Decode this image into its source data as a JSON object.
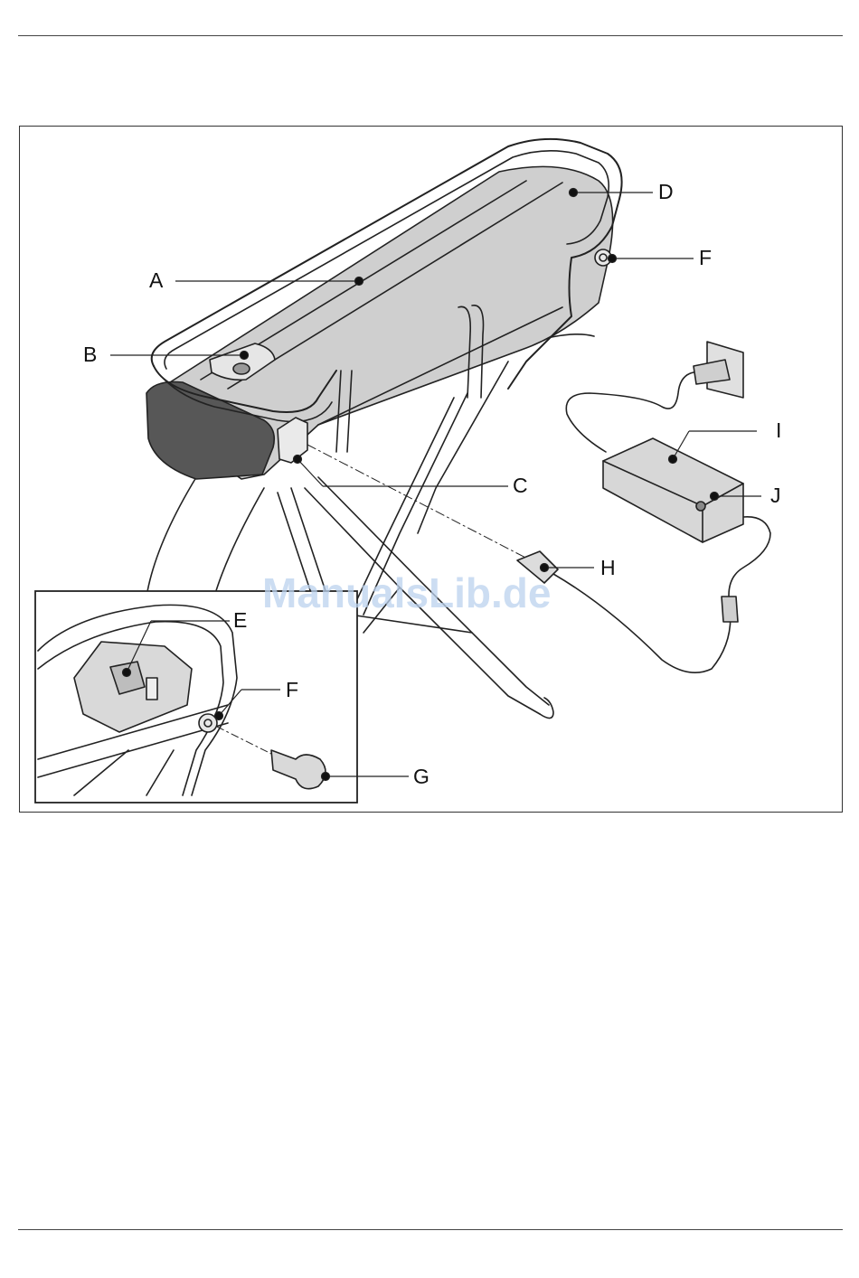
{
  "labels": {
    "A": "A",
    "B": "B",
    "C": "C",
    "D": "D",
    "E": "E",
    "F": "F",
    "F_inset": "F",
    "G": "G",
    "H": "H",
    "I": "I",
    "J": "J"
  },
  "watermark": "ManualsLib.de",
  "colors": {
    "battery_light": "#cfcfcf",
    "battery_dark": "#575757",
    "line": "#222222"
  }
}
